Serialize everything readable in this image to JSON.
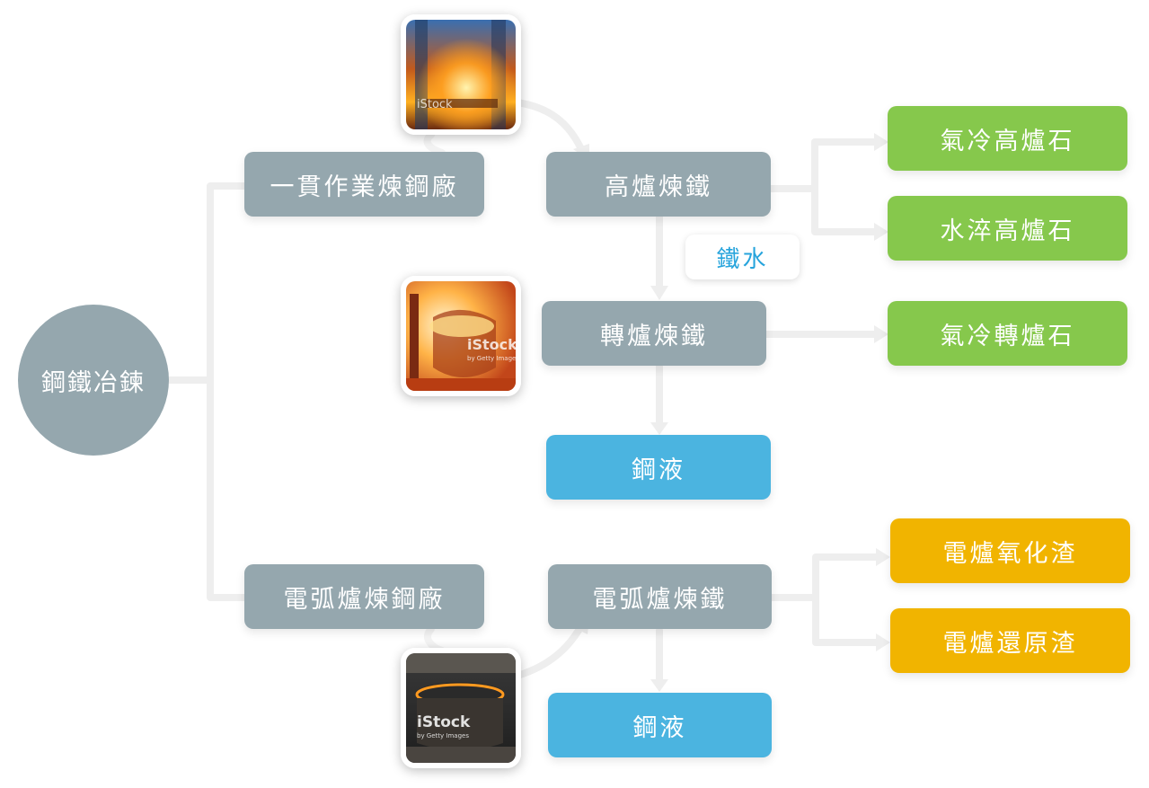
{
  "root": {
    "label": "鋼鐵冶鍊"
  },
  "integrated": {
    "plant": "一貫作業煉鋼廠",
    "blast_furnace": "高爐煉鐵",
    "connector_label": "鐵水",
    "converter": "轉爐煉鐵",
    "output": "鋼液",
    "slags": [
      "氣冷高爐石",
      "水淬高爐石",
      "氣冷轉爐石"
    ]
  },
  "electric": {
    "plant": "電弧爐煉鋼廠",
    "furnace": "電弧爐煉鐵",
    "output": "鋼液",
    "slags": [
      "電爐氧化渣",
      "電爐還原渣"
    ]
  },
  "photos": {
    "watermark": "iStock",
    "watermark_sub": "by Getty Images"
  },
  "colors": {
    "node_gray": "#95a7ae",
    "slag_green": "#86c84c",
    "steel_blue": "#4bb4e0",
    "slag_amber": "#f1b400",
    "label_blue": "#27a4dc",
    "connector": "#eeeeee"
  }
}
